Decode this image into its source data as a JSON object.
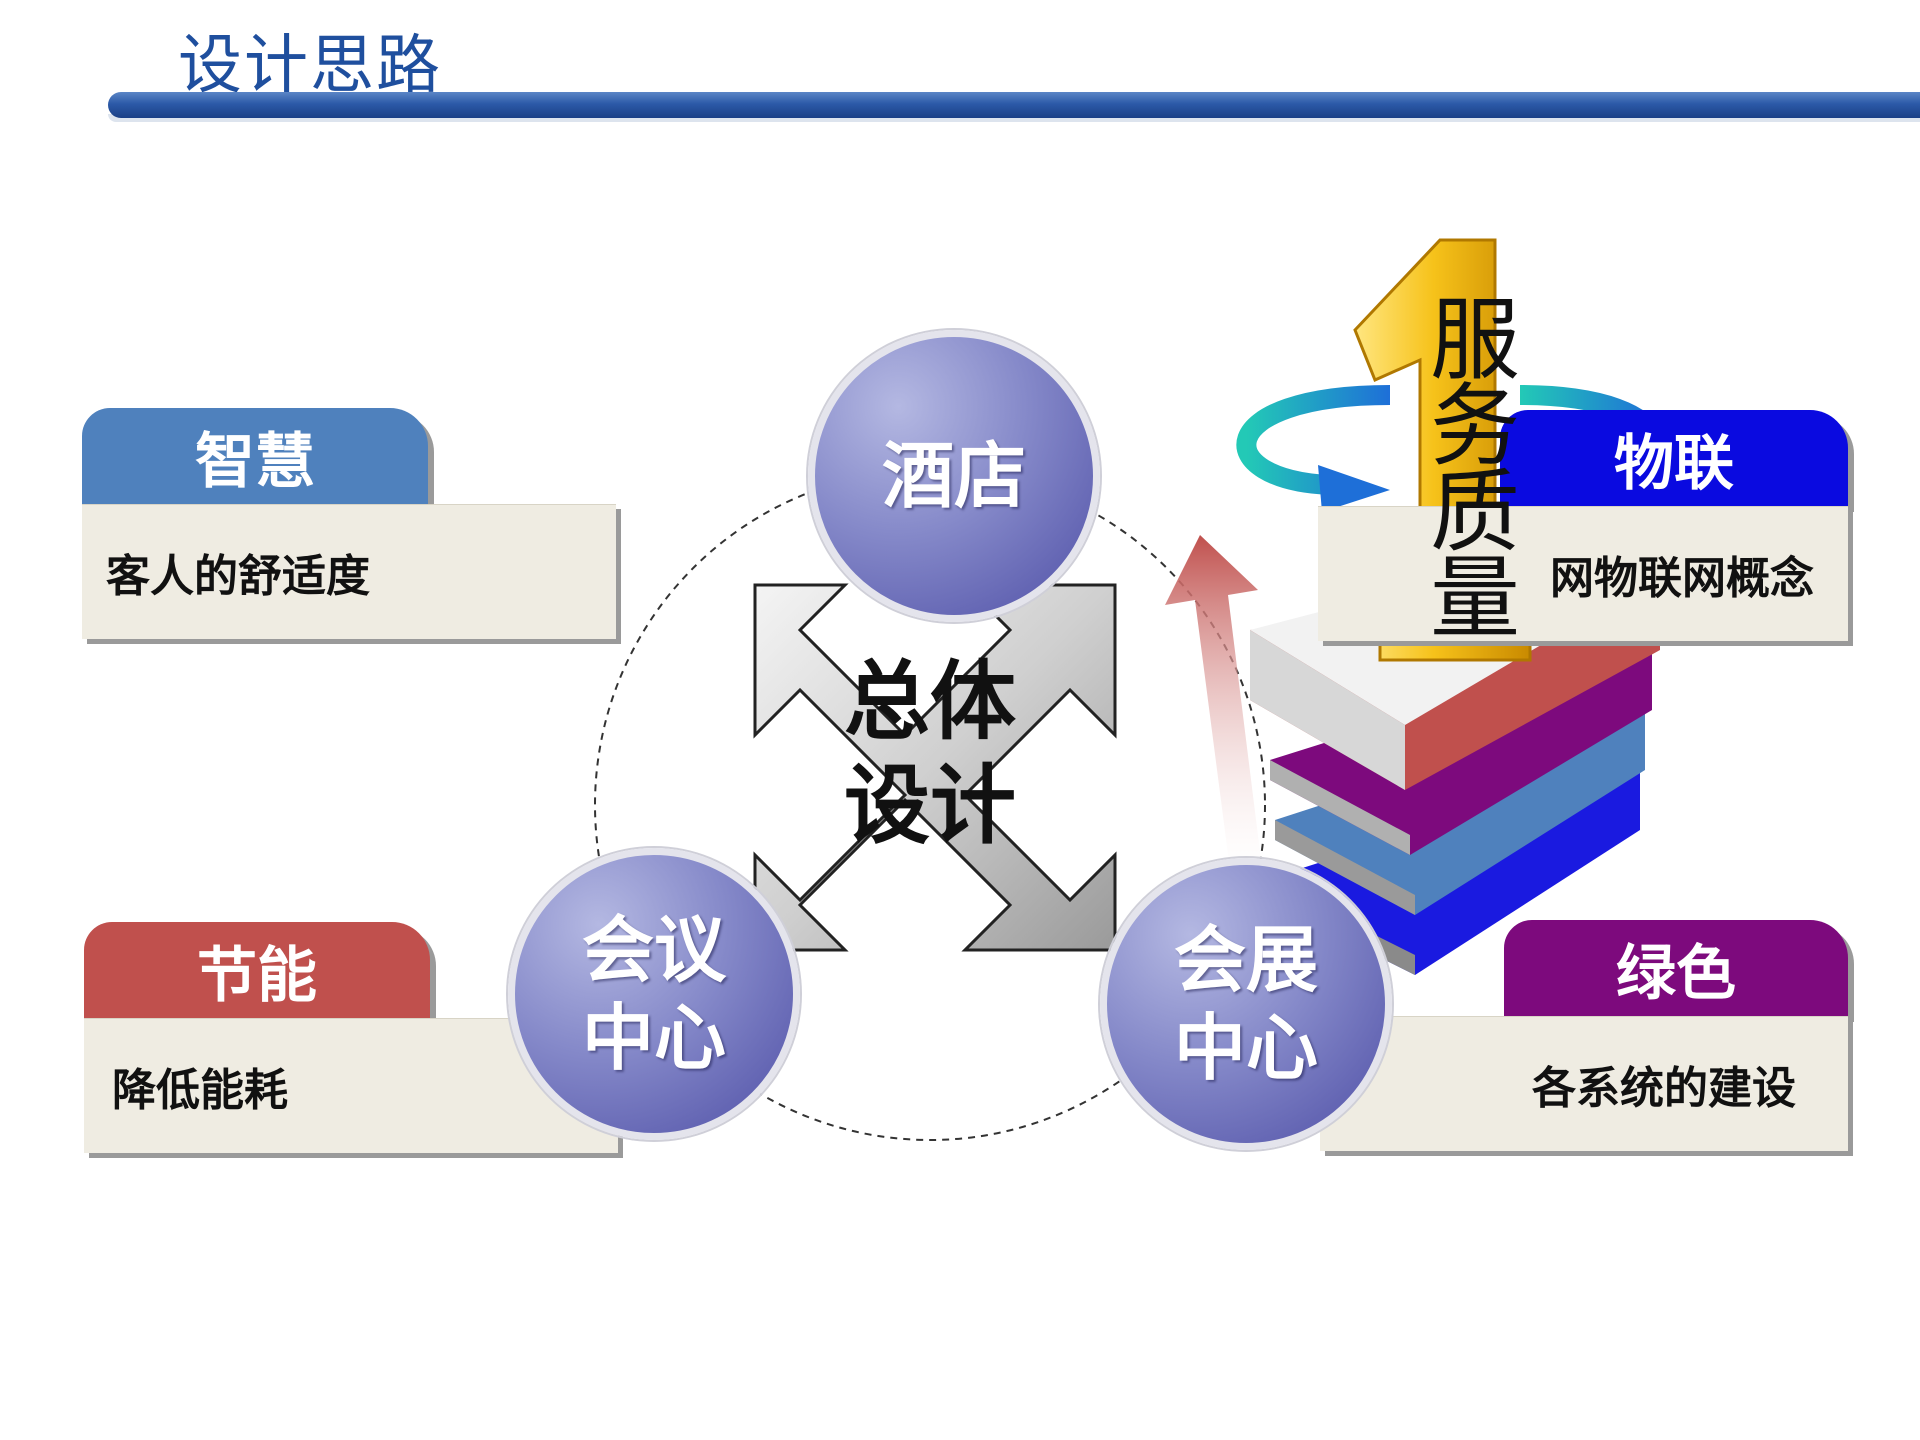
{
  "header": {
    "title": "设计思路"
  },
  "cards": {
    "smart": {
      "title": "智慧",
      "text": "客人的舒适度",
      "color": "#4f81bd"
    },
    "iot": {
      "title": "物联",
      "text": "网物联网概念",
      "color": "#0a0ae0"
    },
    "energy": {
      "title": "节能",
      "text": "降低能耗",
      "color": "#c0504d"
    },
    "green": {
      "title": "绿色",
      "text": "各系统的建设",
      "color": "#7d0a7d"
    }
  },
  "nodes": {
    "hotel": "酒店",
    "conference": "会议\n中心",
    "exhibition": "会展\n中心",
    "center": "总体\n设计"
  },
  "service": {
    "label": "服务质量",
    "rank": "1"
  },
  "stack_colors": [
    "#c0504d",
    "#7d0a7d",
    "#4f81bd",
    "#1a1ae0"
  ]
}
